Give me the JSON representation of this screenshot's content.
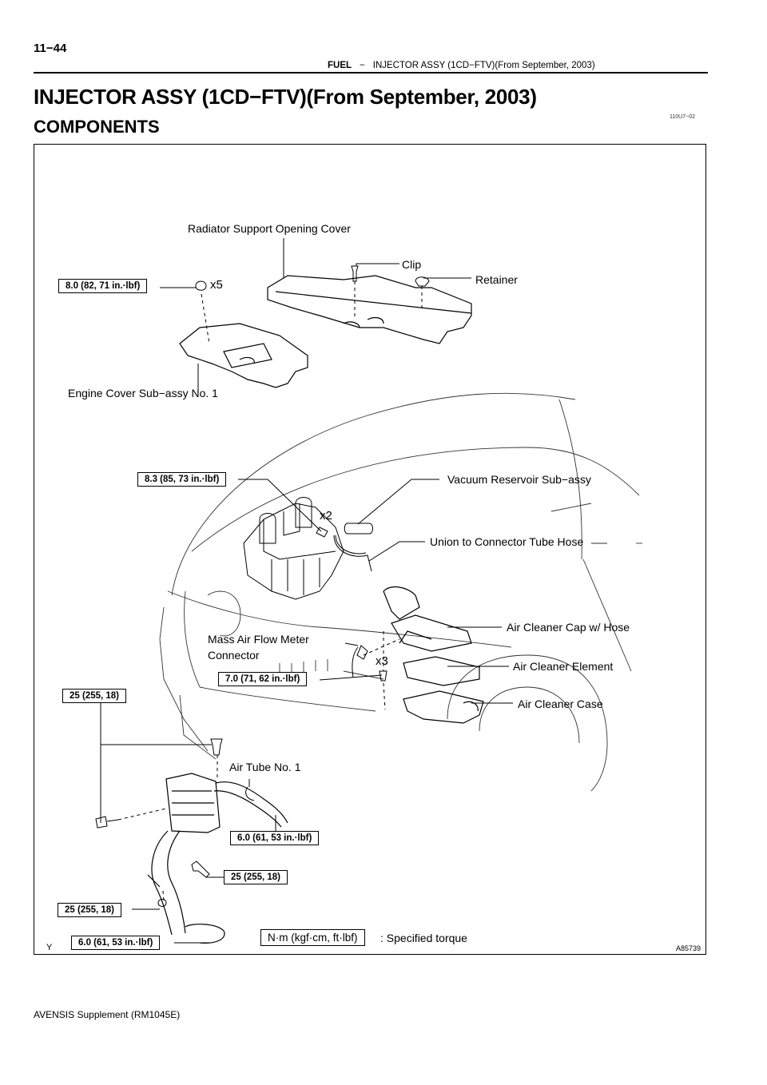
{
  "header": {
    "page_number": "11−44",
    "section": "FUEL",
    "separator": "−",
    "topic": "INJECTOR ASSY (1CD−FTV)(From September, 2003)"
  },
  "title": "INJECTOR ASSY (1CD−FTV)(From September, 2003)",
  "subtitle": "COMPONENTS",
  "figure_ref": "110U7−02",
  "figure_number": "A85739",
  "corner_mark": "Y",
  "labels": {
    "radiator_cover": "Radiator Support Opening Cover",
    "clip": "Clip",
    "retainer": "Retainer",
    "engine_cover": "Engine Cover Sub−assy No. 1",
    "vacuum_reservoir": "Vacuum Reservoir Sub−assy",
    "union_hose": "Union to Connector Tube Hose",
    "air_cleaner_cap": "Air Cleaner Cap w/ Hose",
    "maf_line1": "Mass  Air  Flow  Meter",
    "maf_line2": "Connector",
    "air_cleaner_element": "Air Cleaner Element",
    "air_cleaner_case": "Air Cleaner Case",
    "air_tube": "Air Tube No. 1"
  },
  "multipliers": {
    "x5": "x5",
    "x2": "x2",
    "x3": "x3"
  },
  "torques": {
    "t1": "8.0 (82, 71 in.·lbf)",
    "t2": "8.3 (85, 73 in.·lbf)",
    "t3": "7.0 (71, 62 in.·lbf)",
    "t4": "25 (255, 18)",
    "t5": "6.0 (61, 53 in.·lbf)",
    "t6": "25 (255, 18)",
    "t7": "25 (255, 18)",
    "t8": "6.0 (61, 53 in.·lbf)"
  },
  "legend": {
    "unit": "N·m (kgf·cm, ft·lbf)",
    "text": ": Specified torque"
  },
  "footer": "AVENSIS Supplement   (RM1045E)"
}
